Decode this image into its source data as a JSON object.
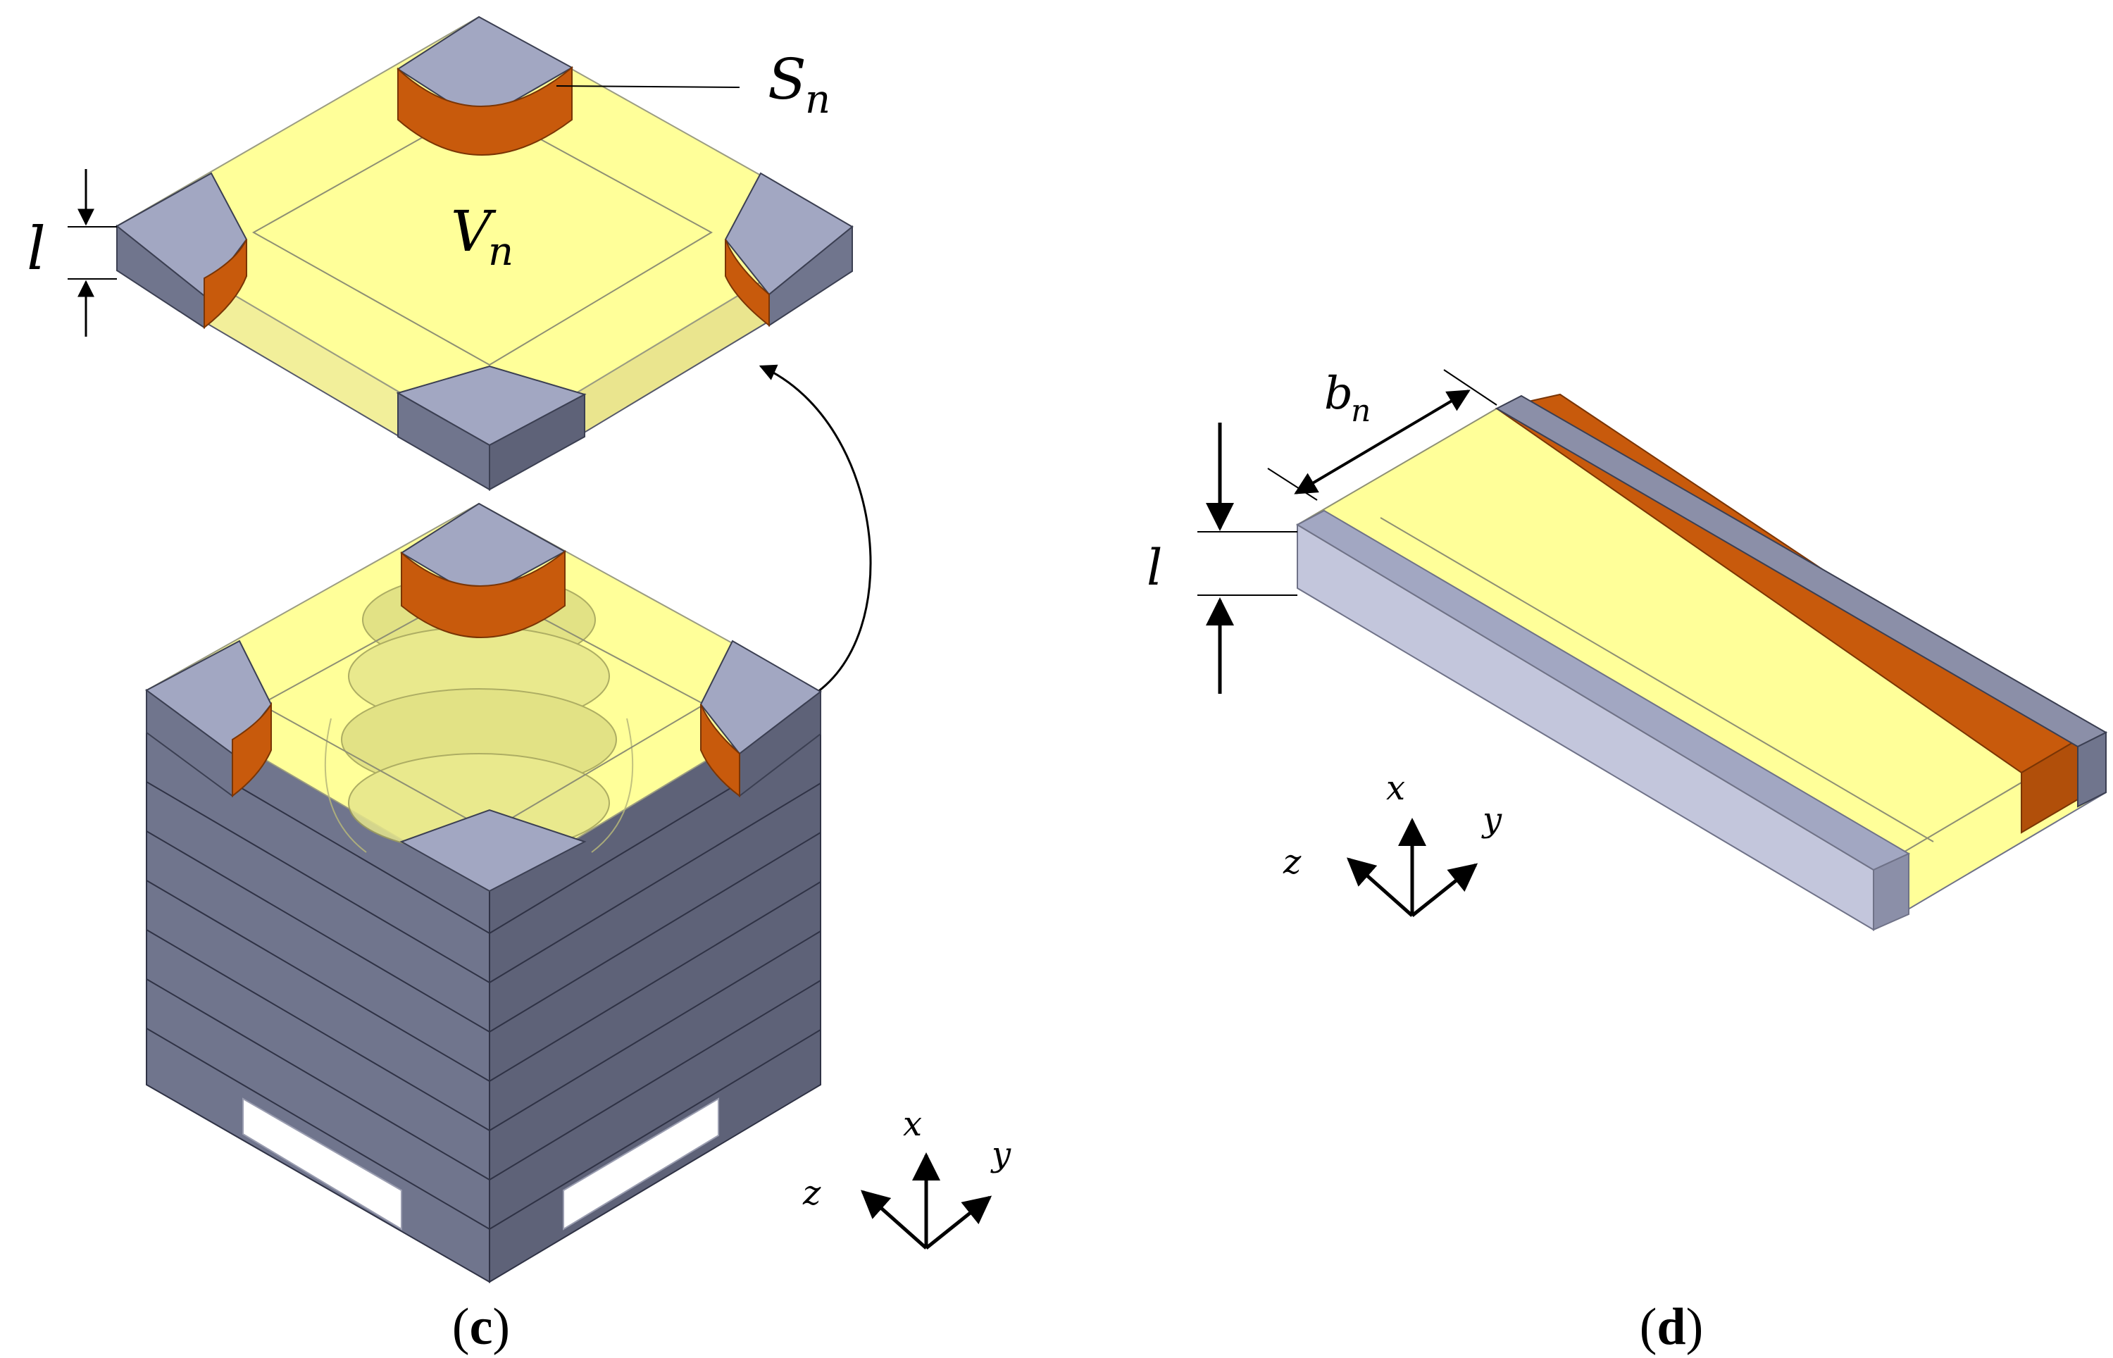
{
  "colors": {
    "yellow_fill": "#ffff99",
    "yellow_edge": "#c8c890",
    "gray_top": "#a2a7c2",
    "gray_side": "#70758d",
    "gray_edge": "#3b3f52",
    "copper": "#c85a0c",
    "copper_dark": "#9a4308",
    "glass_gray": "#b9bdd6"
  },
  "panel_c": {
    "label_S": "S",
    "label_S_sub": "n",
    "label_V": "V",
    "label_V_sub": "n",
    "label_l": "l",
    "axis_x": "x",
    "axis_y": "y",
    "axis_z": "z",
    "caption_open": "(",
    "caption_letter": "c",
    "caption_close": ")"
  },
  "panel_d": {
    "label_b": "b",
    "label_b_sub": "n",
    "label_l": "l",
    "axis_x": "x",
    "axis_y": "y",
    "axis_z": "z",
    "caption_open": "(",
    "caption_letter": "d",
    "caption_close": ")"
  }
}
